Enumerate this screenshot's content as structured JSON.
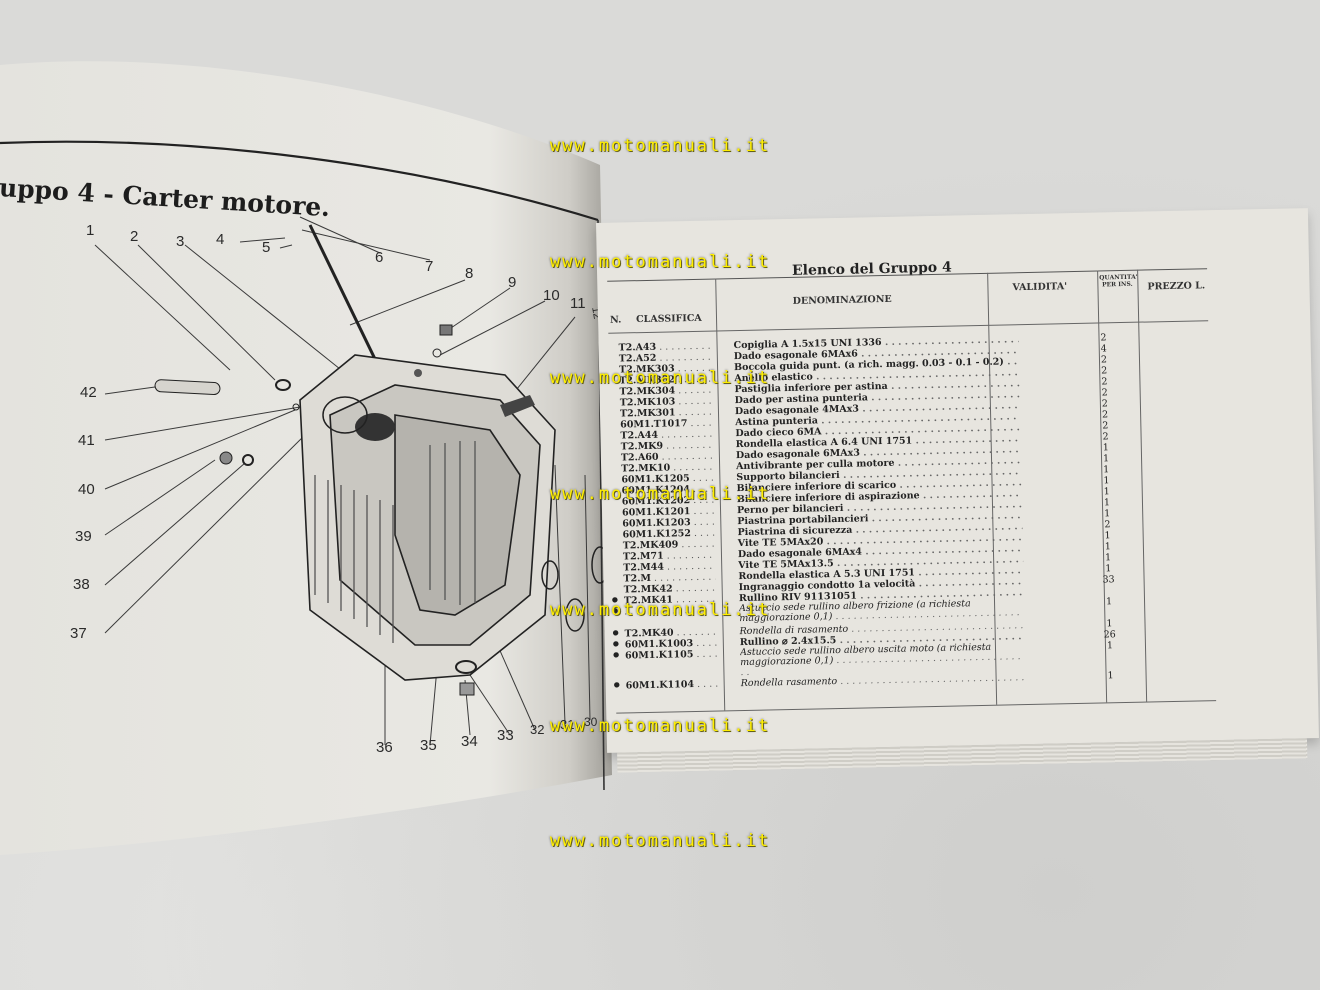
{
  "left_page": {
    "title": "uppo 4 - Carter motore.",
    "callouts": [
      "1",
      "2",
      "3",
      "4",
      "5",
      "6",
      "7",
      "8",
      "9",
      "10",
      "11",
      "12",
      "42",
      "41",
      "40",
      "39",
      "38",
      "37",
      "36",
      "35",
      "34",
      "33",
      "32",
      "31",
      "30"
    ]
  },
  "right_page": {
    "list_title": "Elenco del Gruppo 4",
    "headers": {
      "n": "N.",
      "classifica": "CLASSIFICA",
      "denominazione": "DENOMINAZIONE",
      "validita": "VALIDITA'",
      "quantita": "QUANTITA' PER INS.",
      "prezzo": "PREZZO L."
    },
    "rows": [
      {
        "code": "T2.A43",
        "desc": "Copiglia A 1.5x15 UNI 1336",
        "qty": "2",
        "style": "name"
      },
      {
        "code": "T2.A52",
        "desc": "Dado esagonale 6MAx6",
        "qty": "4",
        "style": "name"
      },
      {
        "code": "T2.MK303",
        "desc": "Boccola guida punt. (a rich. magg. 0.03 - 0.1 - 0.2)",
        "qty": "2",
        "style": "name"
      },
      {
        "code": "T2.MK302",
        "desc": "Anello elastico",
        "qty": "2",
        "style": "name"
      },
      {
        "code": "T2.MK304",
        "desc": "Pastiglia inferiore per astina",
        "qty": "2",
        "style": "name"
      },
      {
        "code": "T2.MK103",
        "desc": "Dado per astina punteria",
        "qty": "2",
        "style": "name"
      },
      {
        "code": "T2.MK301",
        "desc": "Dado esagonale 4MAx3",
        "qty": "2",
        "style": "name"
      },
      {
        "code": "60M1.T1017",
        "desc": "Astina punteria",
        "qty": "2",
        "style": "name"
      },
      {
        "code": "T2.A44",
        "desc": "Dado cieco 6MA",
        "qty": "2",
        "style": "name"
      },
      {
        "code": "T2.MK9",
        "desc": "Rondella elastica A 6.4 UNI 1751",
        "qty": "2",
        "style": "name"
      },
      {
        "code": "T2.A60",
        "desc": "Dado esagonale 6MAx3",
        "qty": "1",
        "style": "name"
      },
      {
        "code": "T2.MK10",
        "desc": "Antivibrante per culla motore",
        "qty": "1",
        "style": "name"
      },
      {
        "code": "60M1.K1205",
        "desc": "Supporto bilancieri",
        "qty": "1",
        "style": "name"
      },
      {
        "code": "60M1.K1204",
        "desc": "Bilanciere inferiore di scarico",
        "qty": "1",
        "style": "name"
      },
      {
        "code": "60M1.K1202",
        "desc": "Bilanciere inferiore di aspirazione",
        "qty": "1",
        "style": "name"
      },
      {
        "code": "60M1.K1201",
        "desc": "Perno per bilancieri",
        "qty": "1",
        "style": "name"
      },
      {
        "code": "60M1.K1203",
        "desc": "Piastrina portabilancieri",
        "qty": "1",
        "style": "name"
      },
      {
        "code": "60M1.K1252",
        "desc": "Piastrina di sicurezza",
        "qty": "2",
        "style": "name"
      },
      {
        "code": "T2.MK409",
        "desc": "Vite TE 5MAx20",
        "qty": "1",
        "style": "name"
      },
      {
        "code": "T2.M71",
        "desc": "Dado esagonale 6MAx4",
        "qty": "1",
        "style": "name"
      },
      {
        "code": "T2.M44",
        "desc": "Vite TE 5MAx13.5",
        "qty": "1",
        "style": "name"
      },
      {
        "code": "T2.M",
        "desc": "Rondella elastica A 5.3 UNI 1751",
        "qty": "1",
        "style": "name"
      },
      {
        "code": "T2.MK42",
        "desc": "Ingranaggio condotto 1a velocità",
        "qty": "33",
        "style": "name"
      },
      {
        "code": "T2.MK41",
        "desc": "Rullino RIV 91131051",
        "qty": "",
        "style": "name"
      },
      {
        "code": "",
        "desc": "Astuccio sede rullino albero frizione (a richiesta maggiorazione 0,1)",
        "qty": "1",
        "style": "ital"
      },
      {
        "code": "T2.MK40",
        "desc": "Rondella di rasamento",
        "qty": "1",
        "style": "ital"
      },
      {
        "code": "60M1.K1003",
        "desc": "Rullino ⌀ 2.4x15.5",
        "qty": "26",
        "style": "name"
      },
      {
        "code": "60M1.K1105",
        "desc": "Astuccio sede rullino albero uscita moto (a richiesta maggiorazione 0,1)",
        "qty": "1",
        "style": "ital"
      },
      {
        "code": "60M1.K1104",
        "desc": "Rondella rasamento",
        "qty": "1",
        "style": "ital"
      }
    ]
  },
  "watermarks": [
    "www.motomanuali.it",
    "www.motomanuali.it",
    "www.motomanuali.it",
    "www.motomanuali.it",
    "www.motomanuali.it",
    "www.motomanuali.it",
    "www.motomanuali.it"
  ]
}
